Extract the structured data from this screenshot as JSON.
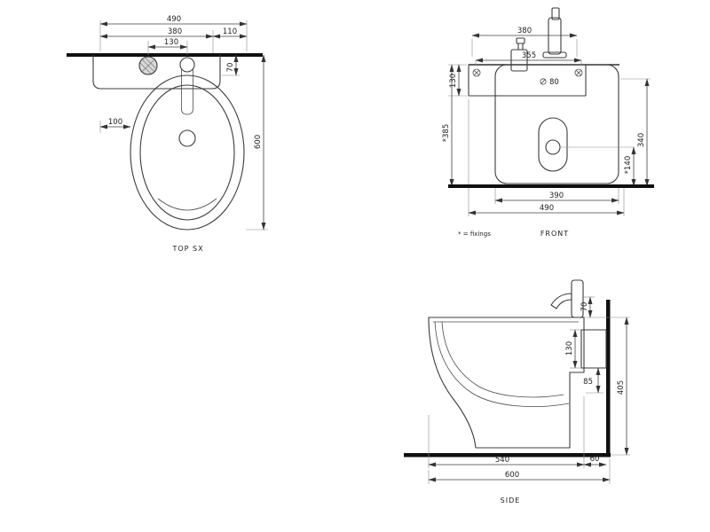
{
  "colors": {
    "ink": "#1d1d1d",
    "background": "#ffffff"
  },
  "views": {
    "top": {
      "label": "TOP SX",
      "dim_overall_width": "490",
      "dim_shelf_width": "380",
      "dim_hole_spacing": "130",
      "dim_right_offset": "110",
      "dim_rim_to_wall": "70",
      "dim_overall_depth": "600",
      "dim_left_offset": "100"
    },
    "front": {
      "label": "FRONT",
      "note": "* = fixings",
      "dim_tap_width": "380",
      "dim_shelf_width": "355",
      "dim_shelf_height": "130",
      "dim_hole_diameter": "80",
      "dim_shelf_floor_height": "*385",
      "dim_rim_height": "340",
      "dim_drain_height": "*140",
      "dim_body_width": "390",
      "dim_overall_width": "490"
    },
    "side": {
      "label": "SIDE",
      "dim_tap_height": "70",
      "dim_shelf_height": "130",
      "dim_gap": "85",
      "dim_overall_height": "405",
      "dim_body_depth": "540",
      "dim_wall_gap": "60",
      "dim_overall_depth": "600"
    }
  }
}
